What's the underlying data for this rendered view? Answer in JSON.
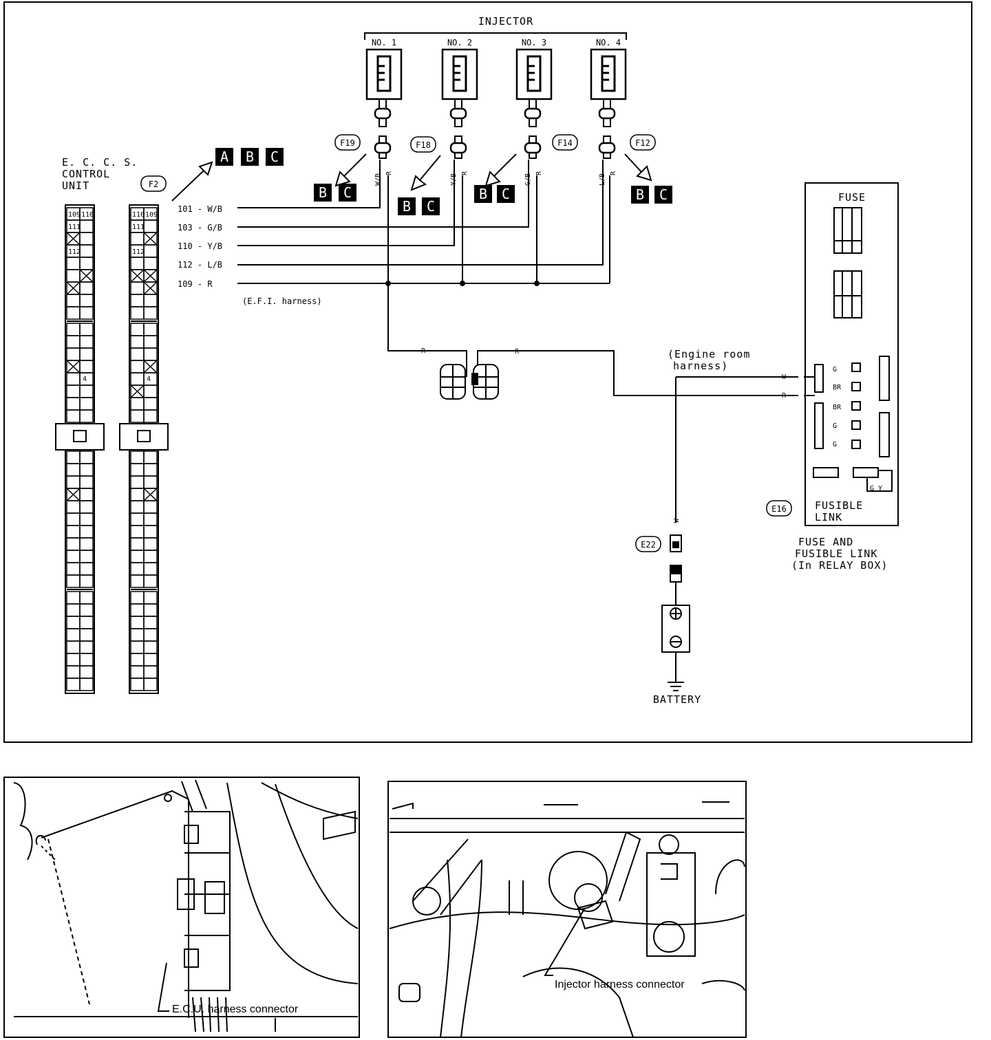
{
  "injector": {
    "title": "INJECTOR",
    "numbers": [
      "NO. 1",
      "NO. 2",
      "NO. 3",
      "NO. 4"
    ],
    "connectors": [
      "F19",
      "F18",
      "F14",
      "F12"
    ],
    "wire_colors": [
      "W/B",
      "Y/B",
      "G/B",
      "L/B"
    ],
    "common_wire": "R"
  },
  "ecu": {
    "label_lines": [
      "E. C. C. S.",
      "CONTROL",
      "UNIT"
    ],
    "connector": "F2",
    "pins_top": [
      "109",
      "110",
      "111",
      "112"
    ],
    "pin_marker": "4"
  },
  "wires": [
    {
      "label": "101 - W/B"
    },
    {
      "label": "103 - G/B"
    },
    {
      "label": "110 - Y/B"
    },
    {
      "label": "112 - L/B"
    },
    {
      "label": "109 - R"
    }
  ],
  "efi_harness": "(E.F.I. harness)",
  "badges": {
    "main": [
      "A",
      "B",
      "C"
    ],
    "pair": [
      "B",
      "C"
    ]
  },
  "engine_harness": {
    "lines": [
      "(Engine room",
      "harness)"
    ],
    "wires": [
      "W",
      "R"
    ],
    "mid_wire": "R"
  },
  "fuse_box": {
    "title": "FUSE",
    "fusible_lines": [
      "FUSIBLE",
      "LINK"
    ],
    "connector": "E16",
    "link_labels": [
      "G",
      "BR",
      "BR",
      "G",
      "G"
    ],
    "gy": "G Y",
    "caption_lines": [
      "FUSE AND",
      "FUSIBLE LINK",
      "(In RELAY BOX)"
    ]
  },
  "battery": {
    "connector": "E22",
    "wire": "W",
    "label": "BATTERY"
  },
  "photos": {
    "ecu_caption": "E.C.U. harness connector",
    "injector_caption": "Injector harness connector"
  }
}
